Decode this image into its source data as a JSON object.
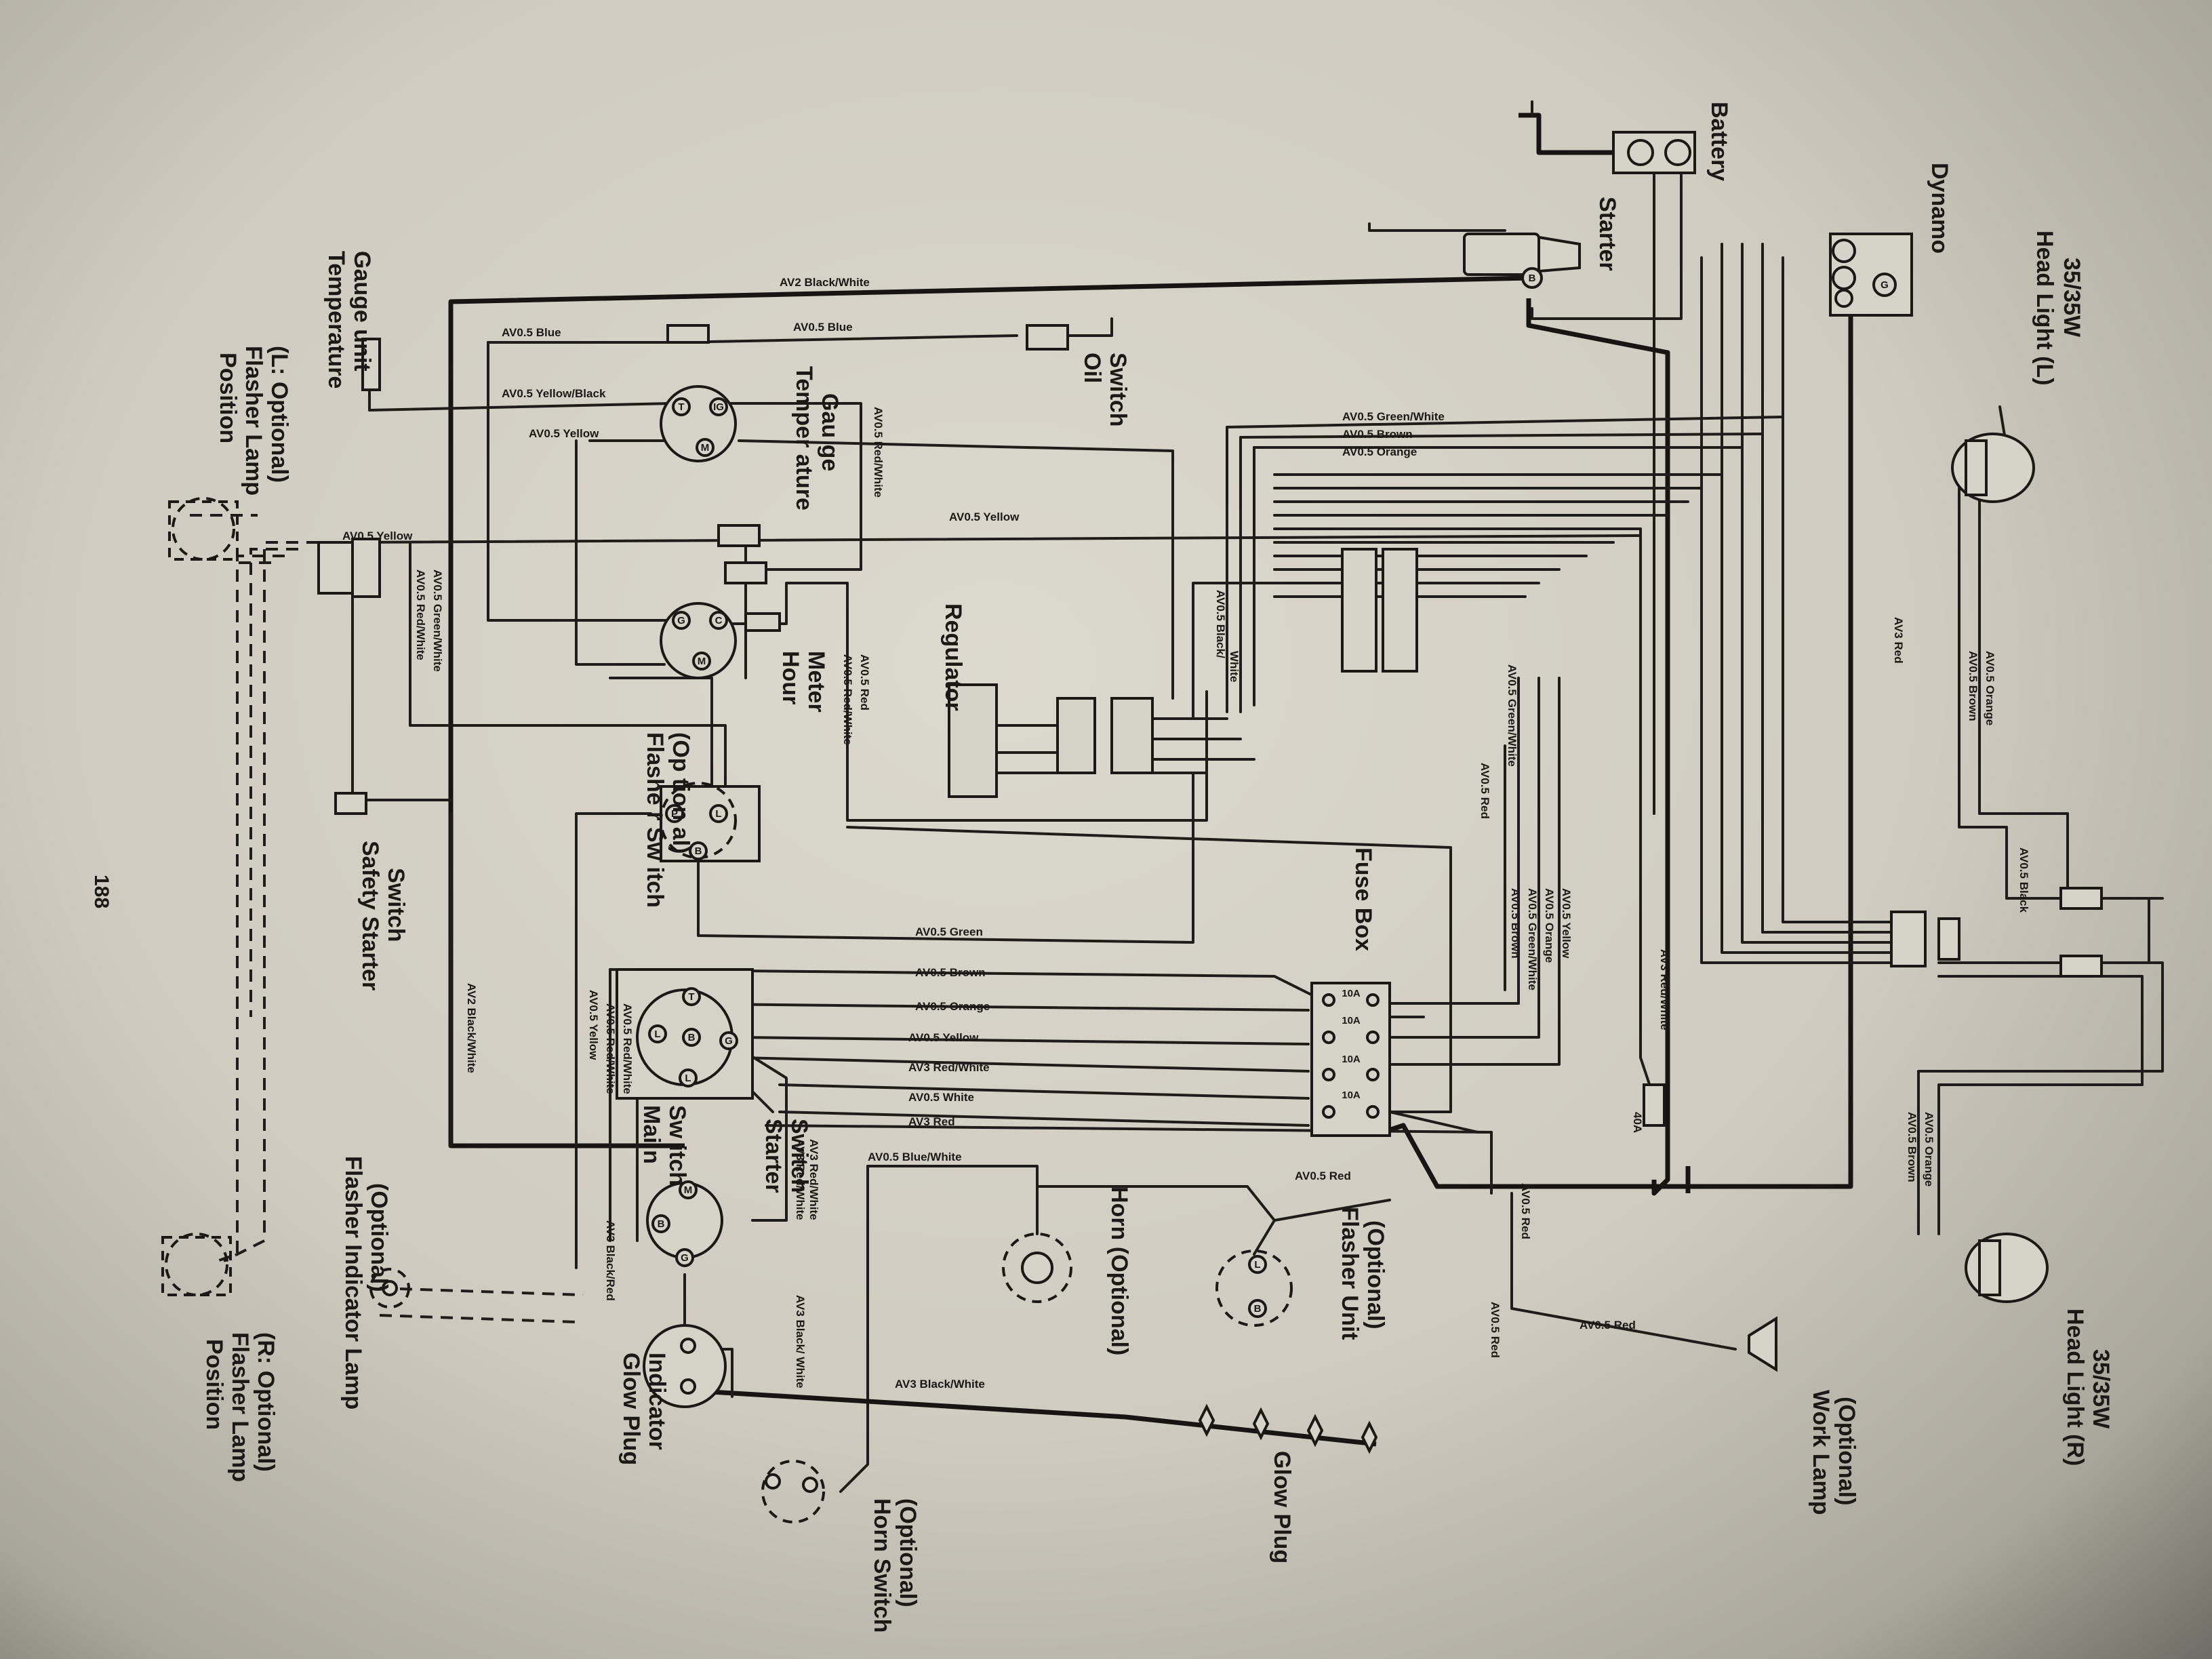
{
  "components": {
    "head_light_l": [
      "Head Light (L)",
      "35/35W"
    ],
    "head_light_r": [
      "Head Light (R)",
      "35/35W"
    ],
    "dynamo": "Dynamo",
    "battery": "Battery",
    "starter": "Starter",
    "oil_switch": [
      "Oil",
      "Switch"
    ],
    "temp_gauge": [
      "Temper ature",
      "Gau ge"
    ],
    "temp_gauge_unit": [
      "Temperature",
      "Gauge unit"
    ],
    "hour_meter": [
      "Hour",
      "Meter"
    ],
    "regulator": "Regulator",
    "fuse_box": "Fuse Box",
    "flasher_switch": [
      "Flashe r Sw itch",
      "(Op tion al)"
    ],
    "safety_starter_switch": [
      "Safety Starter",
      "Switch"
    ],
    "main_switch": [
      "Mai n",
      "Sw itch"
    ],
    "starter_switch": [
      "Starter",
      "Switch"
    ],
    "horn": "Horn (Optional)",
    "flasher_unit": [
      "Flasher Unit",
      "(Optional)"
    ],
    "glow_plug_indicator": [
      "Glow Plug",
      "Indicator"
    ],
    "glow_plug": "Glow Plug",
    "horn_switch": [
      "Horn Switch",
      "(Optional)"
    ],
    "work_lamp": [
      "Work Lamp",
      "(Optional)"
    ],
    "flasher_indicator_lamp": [
      "Flasher Indicator Lamp",
      "(Optional)"
    ],
    "position_flasher_l": [
      "Position",
      "Flasher Lamp",
      "(L: Optional)"
    ],
    "position_flasher_r": [
      "Position",
      "Flasher Lamp",
      "(R: Optional)"
    ]
  },
  "fuses": [
    "10A",
    "10A",
    "10A",
    "10A"
  ],
  "main_fuse": "40A",
  "pins": {
    "temp_gauge": [
      "T",
      "IG",
      "M"
    ],
    "hour_meter": [
      "G",
      "C",
      "M"
    ],
    "flasher_switch": [
      "P",
      "L",
      "B"
    ],
    "main_switch": [
      "T",
      "L",
      "B",
      "G",
      "L"
    ],
    "starter_switch": [
      "M",
      "B",
      "G"
    ],
    "flasher_unit": [
      "L",
      "B"
    ],
    "starter": "B",
    "dynamo": "G"
  },
  "wire_labels": {
    "av2_black_white": "AV2 Black/White",
    "av05_blue": "AV0.5 Blue",
    "av05_yellow_black": "AV0.5 Yellow/Black",
    "av05_yellow": "AV0.5 Yellow",
    "av05_red_white": "AV0.5 Red/White",
    "av05_red": "AV0.5 Red",
    "av05_green_white": "AV0.5 Green/White",
    "av05_brown": "AV0.5 Brown",
    "av05_orange": "AV0.5 Orange",
    "av05_black": "AV0.5 Black/",
    "white": "White",
    "av3_red": "AV3 Red",
    "av05_green": "AV0.5 Green",
    "av3_red_white": "AV3 Red/White",
    "av05_white": "AV0.5 White",
    "av05_blue_white": "AV0.5 Blue/White",
    "av3_black_white": "AV3 Black/White",
    "av2_black_white_v": "AV2 Black/White",
    "av3_black_red": "AV3 Black/Red",
    "av3_black_white_v": "AV3 Black/ White",
    "av05_black_s": "AV0.5 Black"
  },
  "page_number": "188"
}
